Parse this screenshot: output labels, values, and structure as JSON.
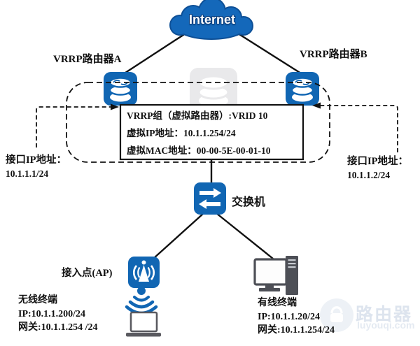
{
  "cloud": {
    "label": "Internet"
  },
  "routers": {
    "a_label": "VRRP路由器A",
    "b_label": "VRRP路由器B"
  },
  "vrrp_box": {
    "line1": "VRRP组（虚拟路由器）:VRID 10",
    "line2": "虚拟IP地址：10.1.1.254/24",
    "line3": "虚拟MAC地址：00-00-5E-00-01-10"
  },
  "interfaces": {
    "left": {
      "label": "接口IP地址：",
      "ip": "10.1.1.1/24"
    },
    "right": {
      "label": "接口IP地址：",
      "ip": "10.1.1.2/24"
    }
  },
  "switch": {
    "label": "交换机"
  },
  "ap": {
    "label": "接入点(AP)"
  },
  "wireless_terminal": {
    "title": "无线终端",
    "ip": "IP:10.1.1.200/24",
    "gateway": "网关:10.1.1.254 /24"
  },
  "wired_terminal": {
    "title": "有线终端",
    "ip": "IP:10.1.1.20/24",
    "gateway": "网关:10.1.1.254/24"
  },
  "watermark": {
    "brand": "路由器",
    "site": "luyouqi.com"
  },
  "colors": {
    "primary_blue": "#1166b3",
    "cloud_edge": "#0d4f96",
    "line_black": "#111111",
    "device_gray": "#4d4f56",
    "ghost_gray": "#e9e9eb",
    "watermark_fill": "#edf1f6"
  }
}
